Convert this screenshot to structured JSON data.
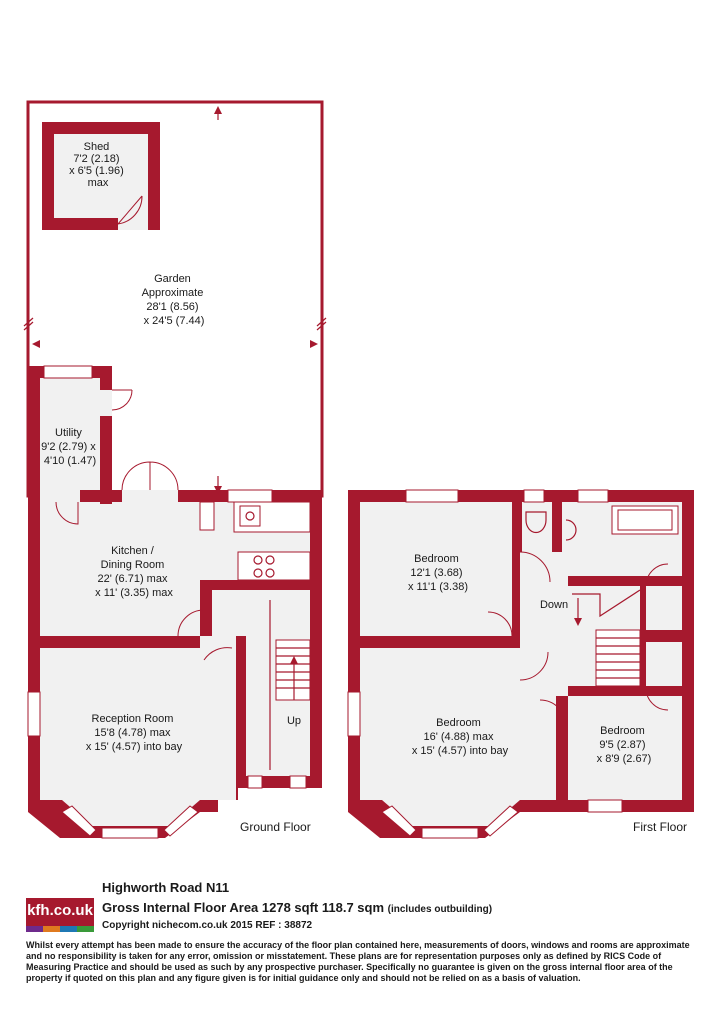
{
  "rooms": {
    "shed": [
      "Shed",
      "7'2 (2.18)",
      "x 6'5 (1.96)",
      "max"
    ],
    "garden": [
      "Garden",
      "Approximate",
      "28'1 (8.56)",
      "x 24'5 (7.44)"
    ],
    "utility": [
      "Utility",
      "9'2 (2.79) x",
      "4'10 (1.47)"
    ],
    "kitchen": [
      "Kitchen /",
      "Dining Room",
      "22' (6.71) max",
      "x 11' (3.35) max"
    ],
    "reception": [
      "Reception Room",
      "15'8 (4.78) max",
      "x 15' (4.57) into bay"
    ],
    "bedroom1": [
      "Bedroom",
      "12'1 (3.68)",
      "x 11'1 (3.38)"
    ],
    "bedroom2": [
      "Bedroom",
      "16' (4.88) max",
      "x 15' (4.57) into bay"
    ],
    "bedroom3": [
      "Bedroom",
      "9'5 (2.87)",
      "x 8'9 (2.67)"
    ]
  },
  "stairs": {
    "up": "Up",
    "down": "Down"
  },
  "floors": {
    "ground": "Ground Floor",
    "first": "First Floor"
  },
  "footer": {
    "logo_text": "kfh.co.uk",
    "logo_colors": [
      "#6e2a8c",
      "#e07a1f",
      "#1f78b4",
      "#3a9a3a"
    ],
    "address": "Highworth Road  N11",
    "area": "Gross Internal Floor Area 1278 sqft 118.7 sqm",
    "area_note": "(includes outbuilding)",
    "copyright": "Copyright nichecom.co.uk 2015 REF : 38872",
    "disclaimer": "Whilst every attempt has been made to ensure the accuracy of the floor plan contained here, measurements of doors, windows and rooms are approximate and no responsibility is taken for any error, omission or misstatement.  These plans are for representation purposes only as defined by RICS Code of Measuring Practice and should be used as such by any prospective purchaser.  Specifically no guarantee is given on the gross internal floor area of the property if quoted on this plan and any figure given is for initial guidance only and should not be relied on as a basis of valuation."
  },
  "colors": {
    "wall": "#a6192e",
    "floor": "#f1f1f1"
  }
}
